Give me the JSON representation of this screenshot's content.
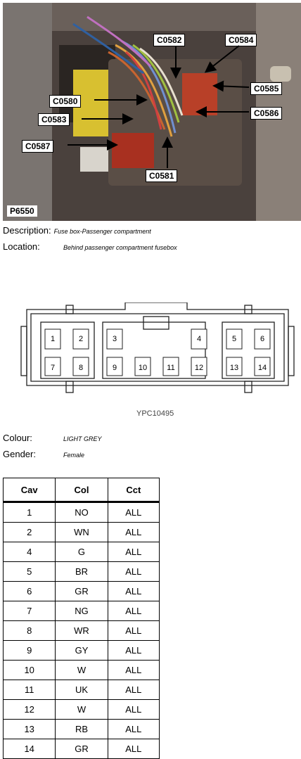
{
  "photo": {
    "id_label": "P6550",
    "callouts": [
      "C0582",
      "C0584",
      "C0585",
      "C0580",
      "C0583",
      "C0586",
      "C0587",
      "C0581"
    ]
  },
  "description": {
    "label": "Description:",
    "value": "Fuse box-Passenger compartment"
  },
  "location": {
    "label": "Location:",
    "value": "Behind passenger compartment fusebox"
  },
  "connector": {
    "pins": [
      "1",
      "2",
      "3",
      "4",
      "5",
      "6",
      "7",
      "8",
      "9",
      "10",
      "11",
      "12",
      "13",
      "14"
    ],
    "drawing_code": "YPC10495"
  },
  "colour": {
    "label": "Colour:",
    "value": "LIGHT GREY"
  },
  "gender": {
    "label": "Gender:",
    "value": "Female"
  },
  "table": {
    "headers": [
      "Cav",
      "Col",
      "Cct"
    ],
    "rows": [
      [
        "1",
        "NO",
        "ALL"
      ],
      [
        "2",
        "WN",
        "ALL"
      ],
      [
        "4",
        "G",
        "ALL"
      ],
      [
        "5",
        "BR",
        "ALL"
      ],
      [
        "6",
        "GR",
        "ALL"
      ],
      [
        "7",
        "NG",
        "ALL"
      ],
      [
        "8",
        "WR",
        "ALL"
      ],
      [
        "9",
        "GY",
        "ALL"
      ],
      [
        "10",
        "W",
        "ALL"
      ],
      [
        "11",
        "UK",
        "ALL"
      ],
      [
        "12",
        "W",
        "ALL"
      ],
      [
        "13",
        "RB",
        "ALL"
      ],
      [
        "14",
        "GR",
        "ALL"
      ]
    ]
  }
}
